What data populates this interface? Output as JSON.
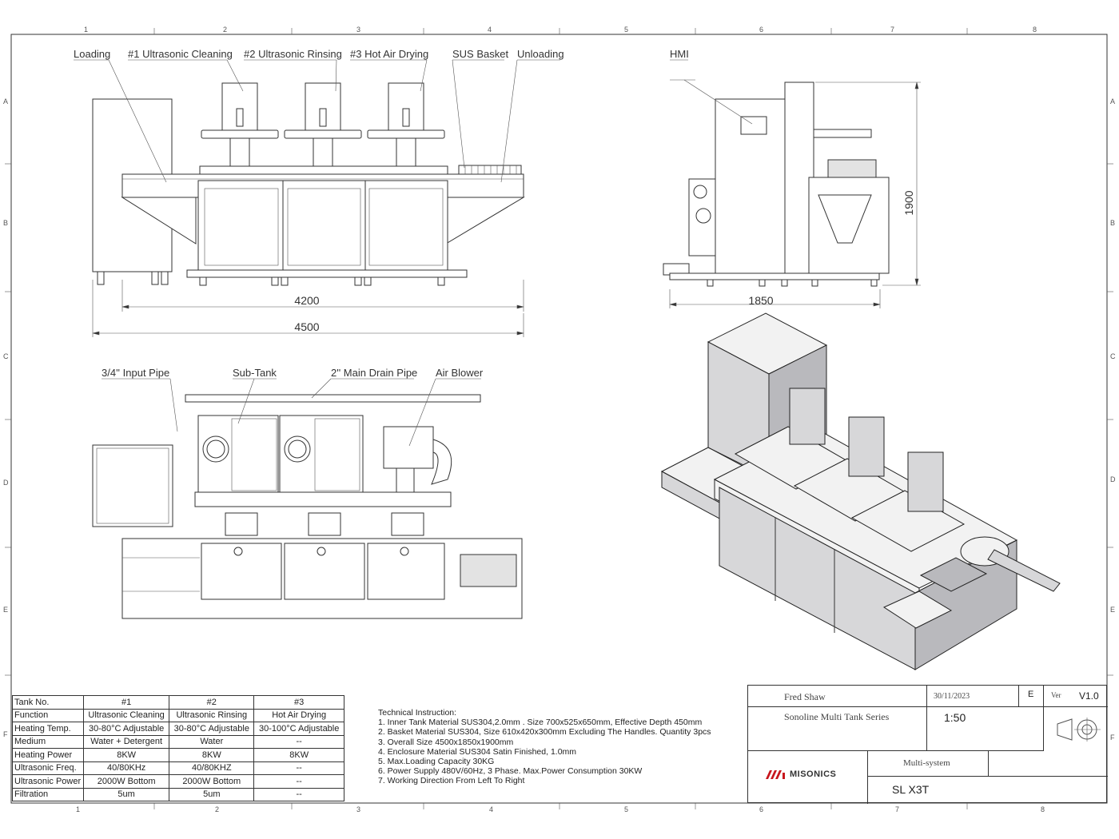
{
  "zones": {
    "columns": [
      "1",
      "2",
      "3",
      "4",
      "5",
      "6",
      "7",
      "8"
    ],
    "rows": [
      "A",
      "B",
      "C",
      "D",
      "E",
      "F"
    ]
  },
  "front_view": {
    "callouts": [
      "Loading",
      "#1 Ultrasonic Cleaning",
      "#2 Ultrasonic Rinsing",
      "#3 Hot Air Drying",
      "SUS Basket",
      "Unloading"
    ],
    "dim_inner": "4200",
    "dim_outer": "4500"
  },
  "side_view": {
    "callout": "HMI",
    "dim_width": "1850",
    "dim_height": "1900"
  },
  "rear_view": {
    "callouts": [
      "3/4'' Input Pipe",
      "Sub-Tank",
      "2'' Main Drain Pipe",
      "Air Blower"
    ]
  },
  "spec_table": {
    "header": [
      "Tank No.",
      "#1",
      "#2",
      "#3"
    ],
    "rows": [
      [
        "Function",
        "Ultrasonic Cleaning",
        "Ultrasonic Rinsing",
        "Hot Air Drying"
      ],
      [
        "Heating Temp.",
        "30-80°C Adjustable",
        "30-80°C Adjustable",
        "30-100°C Adjustable"
      ],
      [
        "Medium",
        "Water + Detergent",
        "Water",
        "--"
      ],
      [
        "Heating Power",
        "8KW",
        "8KW",
        "8KW"
      ],
      [
        "Ultrasonic Freq.",
        "40/80KHz",
        "40/80KHZ",
        "--"
      ],
      [
        "Ultrasonic Power",
        "2000W Bottom",
        "2000W Bottom",
        "--"
      ],
      [
        "Filtration",
        "5um",
        "5um",
        "--"
      ]
    ]
  },
  "technical": {
    "title": "Technical Instruction:",
    "lines": [
      "1. Inner Tank Material SUS304,2.0mm . Size 700x525x650mm, Effective Depth 450mm",
      "2. Basket Material SUS304, Size 610x420x300mm Excluding The Handles. Quantity 3pcs",
      "3. Overall Size 4500x1850x1900mm",
      "4. Enclosure Material SUS304 Satin Finished, 1.0mm",
      "5. Max.Loading Capacity 30KG",
      "6. Power Supply 480V/60Hz, 3 Phase. Max.Power Consumption 30KW",
      "7. Working Direction From Left To Right"
    ]
  },
  "title_block": {
    "designer": "Fred Shaw",
    "date": "30/11/2023",
    "size": "E",
    "ver_label": "Ver",
    "version": "V1.0",
    "series": "Sonoline Multi Tank Series",
    "scale": "1:50",
    "category": "Multi-system",
    "model": "SL X3T",
    "logo": "MISONICS"
  }
}
